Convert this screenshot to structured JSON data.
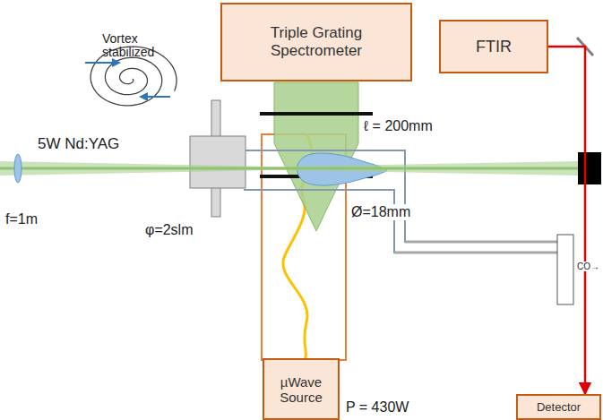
{
  "diagram": {
    "nodes": [
      {
        "text": [
          "Triple Grating Spectrometer"
        ]
      },
      {
        "text": [
          "FTIR"
        ]
      },
      {
        "text": [
          "µWave Source"
        ]
      },
      {
        "text": [
          "Detector"
        ]
      }
    ],
    "edges": [
      {
        "from": 1,
        "to": 3,
        "arrow": "to"
      }
    ],
    "labels": [
      "Vortex stabilized",
      "5W Nd:YAG",
      "ℓ = 200mm",
      "f=1m",
      "φ=2slm",
      "Ø=18mm",
      "P = 430W",
      "CO→"
    ]
  }
}
